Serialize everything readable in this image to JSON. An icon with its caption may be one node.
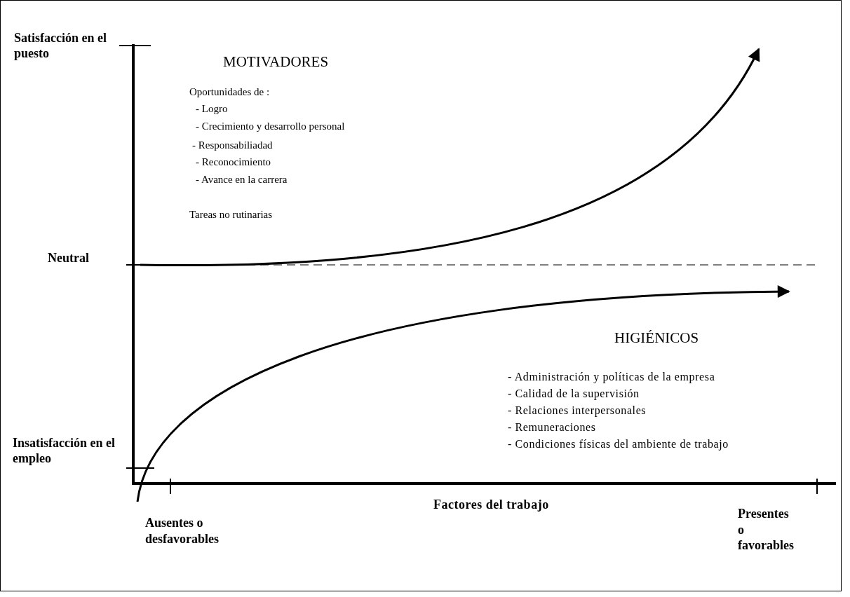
{
  "diagram": {
    "labels": [
      "Satisfacción en el puesto",
      "MOTIVADORES",
      "Oportunidades de :",
      "- Logro",
      "- Crecimiento y desarrollo personal",
      "- Responsabiliadad",
      "- Reconocimiento",
      "- Avance en la carrera",
      "Tareas no rutinarias",
      "Neutral",
      "HIGIÉNICOS",
      "- Administración y políticas de la empresa",
      "- Calidad de la supervisión",
      "- Relaciones interpersonales",
      "- Remuneraciones",
      "- Condiciones físicas del ambiente de trabajo",
      "Insatisfacción en el empleo",
      "Factores del trabajo",
      "Ausentes o desfavorables",
      "Presentes o favorables"
    ]
  }
}
